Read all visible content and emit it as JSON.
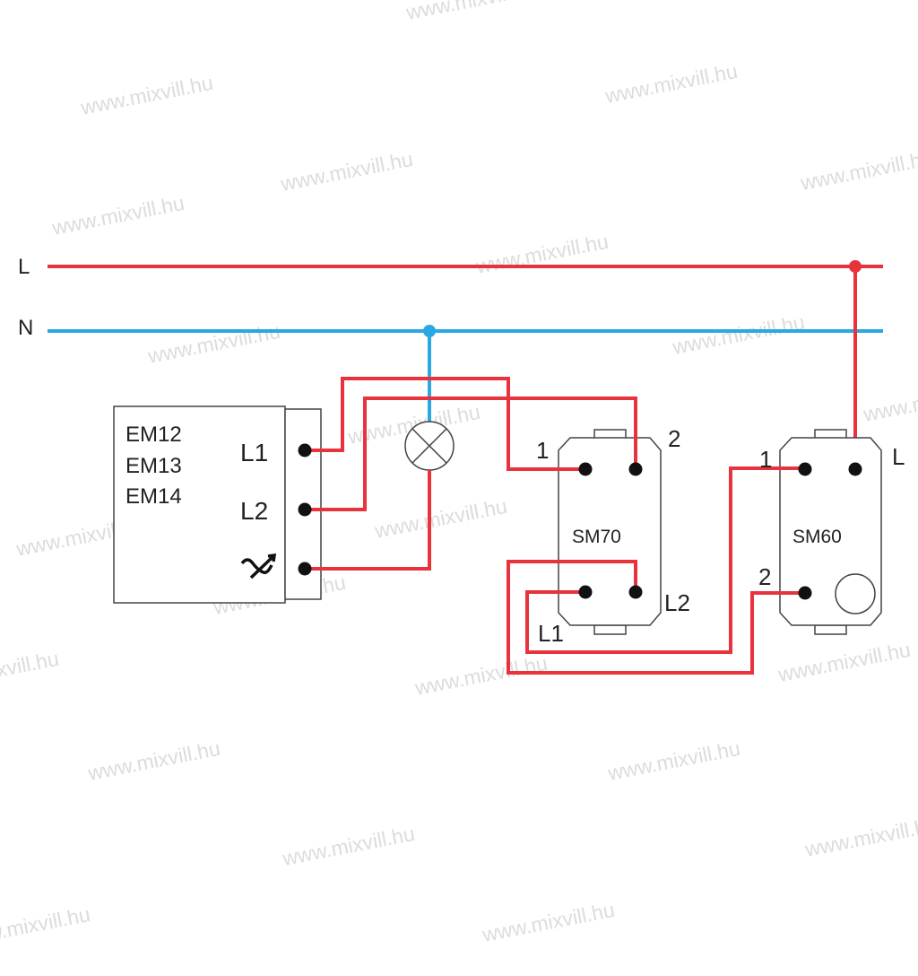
{
  "watermark": "www.mixvill.hu",
  "lines": {
    "live": "L",
    "neutral": "N"
  },
  "controller": {
    "models": [
      "EM12",
      "EM13",
      "EM14"
    ],
    "terminals": [
      "L1",
      "L2"
    ]
  },
  "switch_sm70": {
    "name": "SM70",
    "terminals": [
      "1",
      "2",
      "L1",
      "L2"
    ]
  },
  "switch_sm60": {
    "name": "SM60",
    "terminals": [
      "1",
      "L",
      "2"
    ]
  },
  "colors": {
    "live": "#e8333d",
    "neutral": "#29a9e0"
  }
}
